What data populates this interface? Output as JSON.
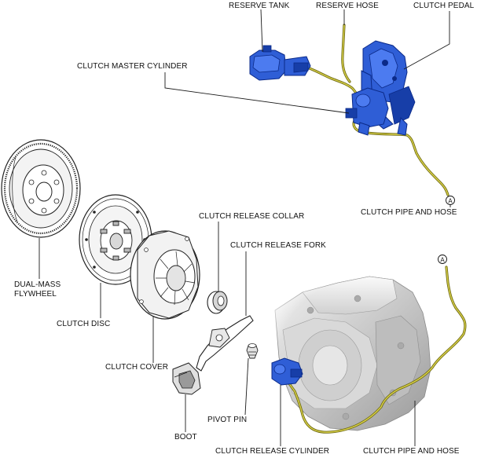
{
  "labels": {
    "reserve_tank": "RESERVE TANK",
    "reserve_hose": "RESERVE HOSE",
    "clutch_pedal": "CLUTCH PEDAL",
    "clutch_master_cylinder": "CLUTCH MASTER CYLINDER",
    "clutch_pipe_and_hose_top": "CLUTCH PIPE AND HOSE",
    "clutch_release_collar": "CLUTCH RELEASE COLLAR",
    "clutch_release_fork": "CLUTCH RELEASE FORK",
    "dual_mass_flywheel": "DUAL-MASS FLYWHEEL",
    "clutch_disc": "CLUTCH DISC",
    "clutch_cover": "CLUTCH COVER",
    "pivot_pin": "PIVOT PIN",
    "boot": "BOOT",
    "clutch_release_cylinder": "CLUTCH RELEASE CYLINDER",
    "clutch_pipe_and_hose_bottom": "CLUTCH PIPE AND HOSE"
  },
  "markers": {
    "connector_top": "A",
    "connector_bottom": "A"
  },
  "colors": {
    "hydraulic_parts": "#2f5ed6",
    "pipe": "#d9d24a",
    "transaxle": "#c9c9c9"
  }
}
